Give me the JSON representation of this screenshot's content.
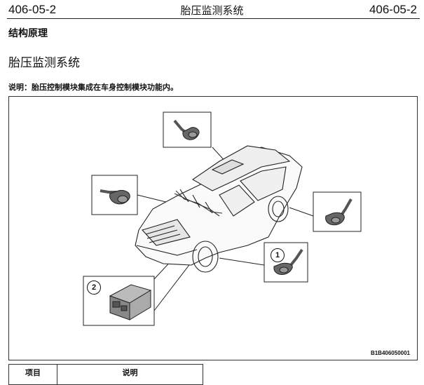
{
  "header": {
    "page_number_left": "406-05-2",
    "chapter_title": "胎压监测系统",
    "page_number_right": "406-05-2"
  },
  "section_heading": "结构原理",
  "page_title": "胎压监测系统",
  "note": "说明：胎压控制模块集成在车身控制模块功能内。",
  "figure": {
    "code": "B1B406050001",
    "callouts": [
      "1",
      "2"
    ]
  },
  "table": {
    "headers": [
      "项目",
      "说明"
    ]
  }
}
